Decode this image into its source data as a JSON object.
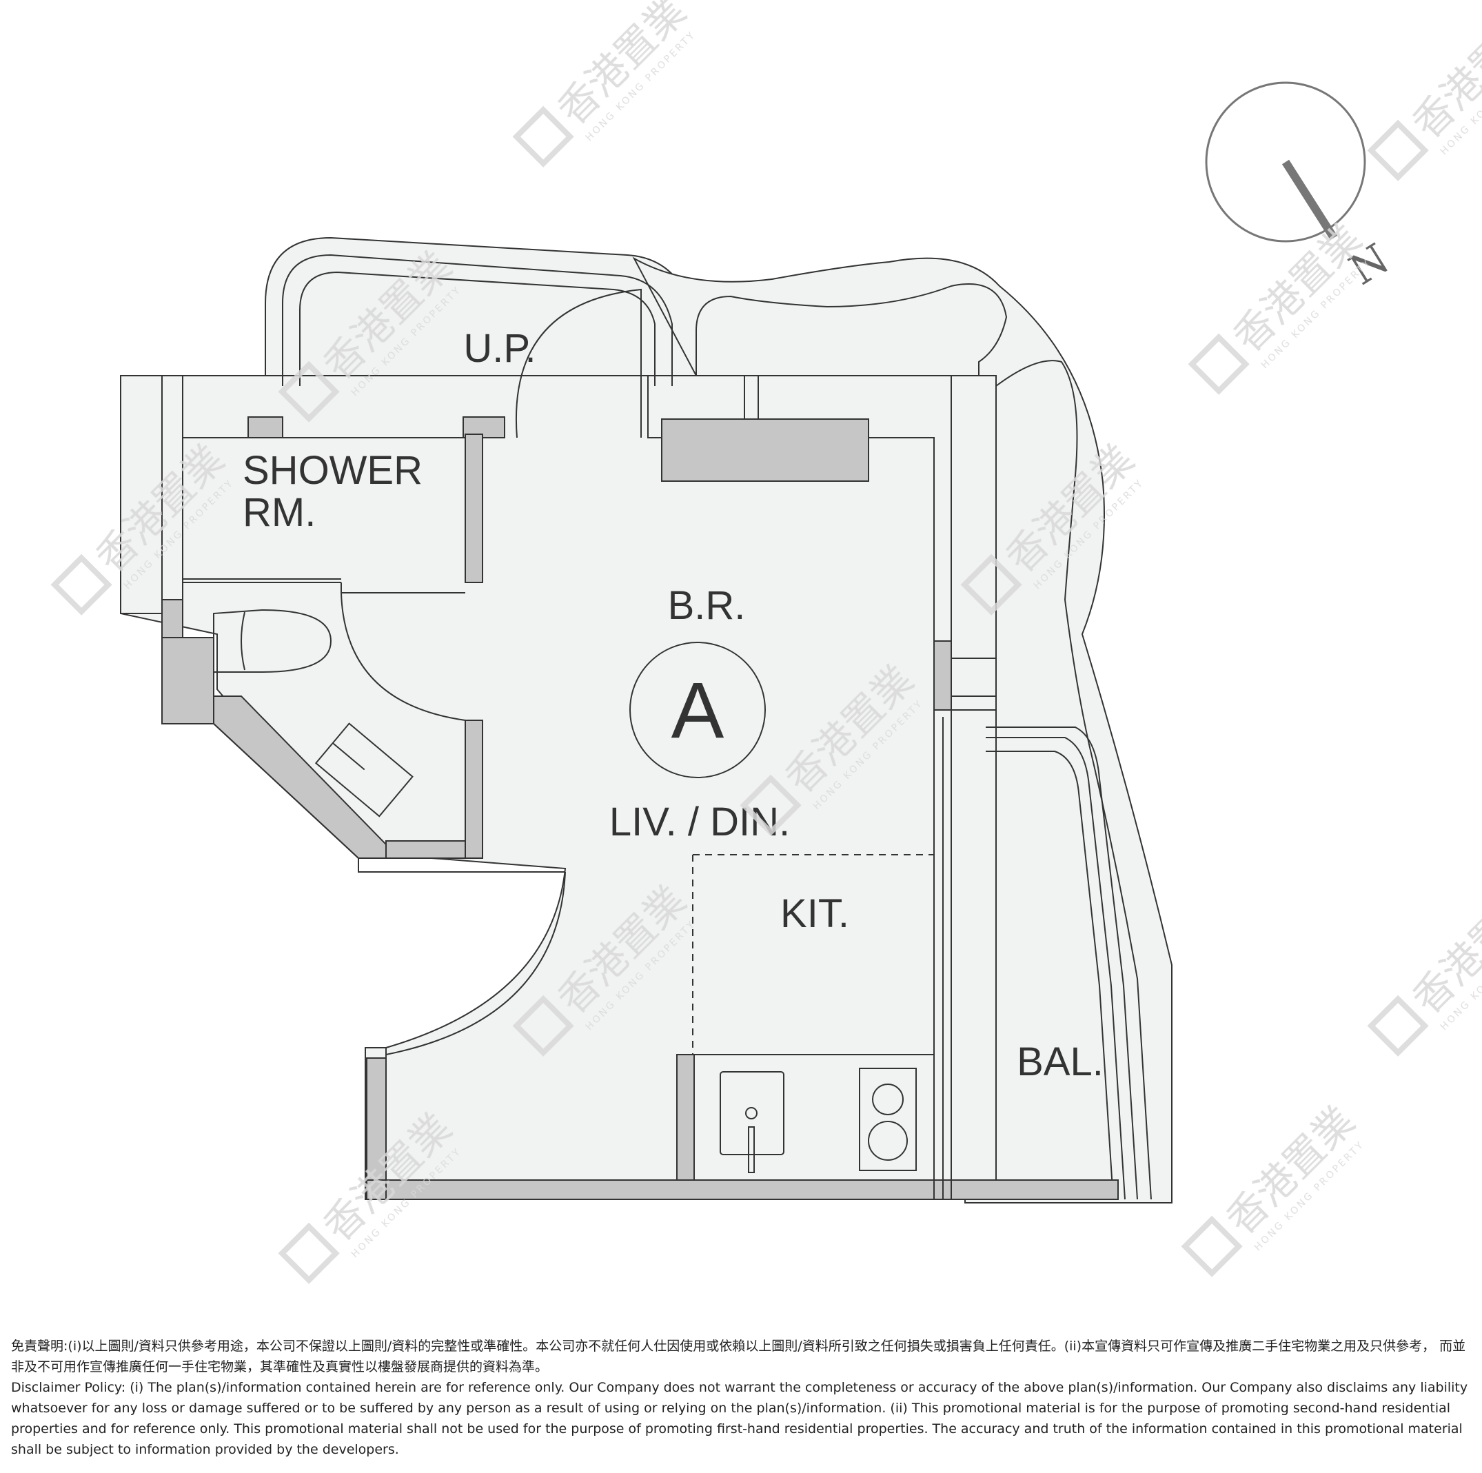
{
  "floor_plan": {
    "unit_label": "A",
    "rooms": {
      "utility_platform": "U.P.",
      "shower_room_line1": "SHOWER",
      "shower_room_line2": "RM.",
      "bedroom": "B.R.",
      "living_dining": "LIV. / DIN.",
      "kitchen": "KIT.",
      "balcony": "BAL."
    },
    "north_arrow": {
      "label": "N",
      "icon": "north-arrow-icon"
    }
  },
  "watermark": {
    "text_zh": "香港置業",
    "text_en": "HONG KONG PROPERTY",
    "icon": "house-logo-icon"
  },
  "disclaimer": {
    "zh": "免責聲明:(i)以上圖則/資料只供參考用途，本公司不保證以上圖則/資料的完整性或準確性。本公司亦不就任何人仕因使用或依賴以上圖則/資料所引致之任何損失或損害負上任何責任。(ii)本宣傳資料只可作宣傳及推廣二手住宅物業之用及只供參考， 而並非及不可用作宣傳推廣任何一手住宅物業，其準確性及真實性以樓盤發展商提供的資料為準。",
    "en": "Disclaimer Policy: (i) The plan(s)/information contained herein are for reference only. Our Company does not warrant the completeness or accuracy of the above plan(s)/information. Our Company also disclaims any liability whatsoever for any loss or damage suffered or to be suffered by any person as a result of using or relying on the plan(s)/information. (ii) This promotional material is for the purpose of promoting second-hand residential properties and for reference only. This promotional material shall not be used for the purpose of promoting first-hand residential properties. The accuracy and truth of the information contained in this promotional material shall be subject to information provided by the developers."
  },
  "colors": {
    "floor_fill": "#f1f3f3",
    "wall_gray": "#c6c6c6",
    "line": "#333333",
    "watermark": "#d9d9d9"
  }
}
